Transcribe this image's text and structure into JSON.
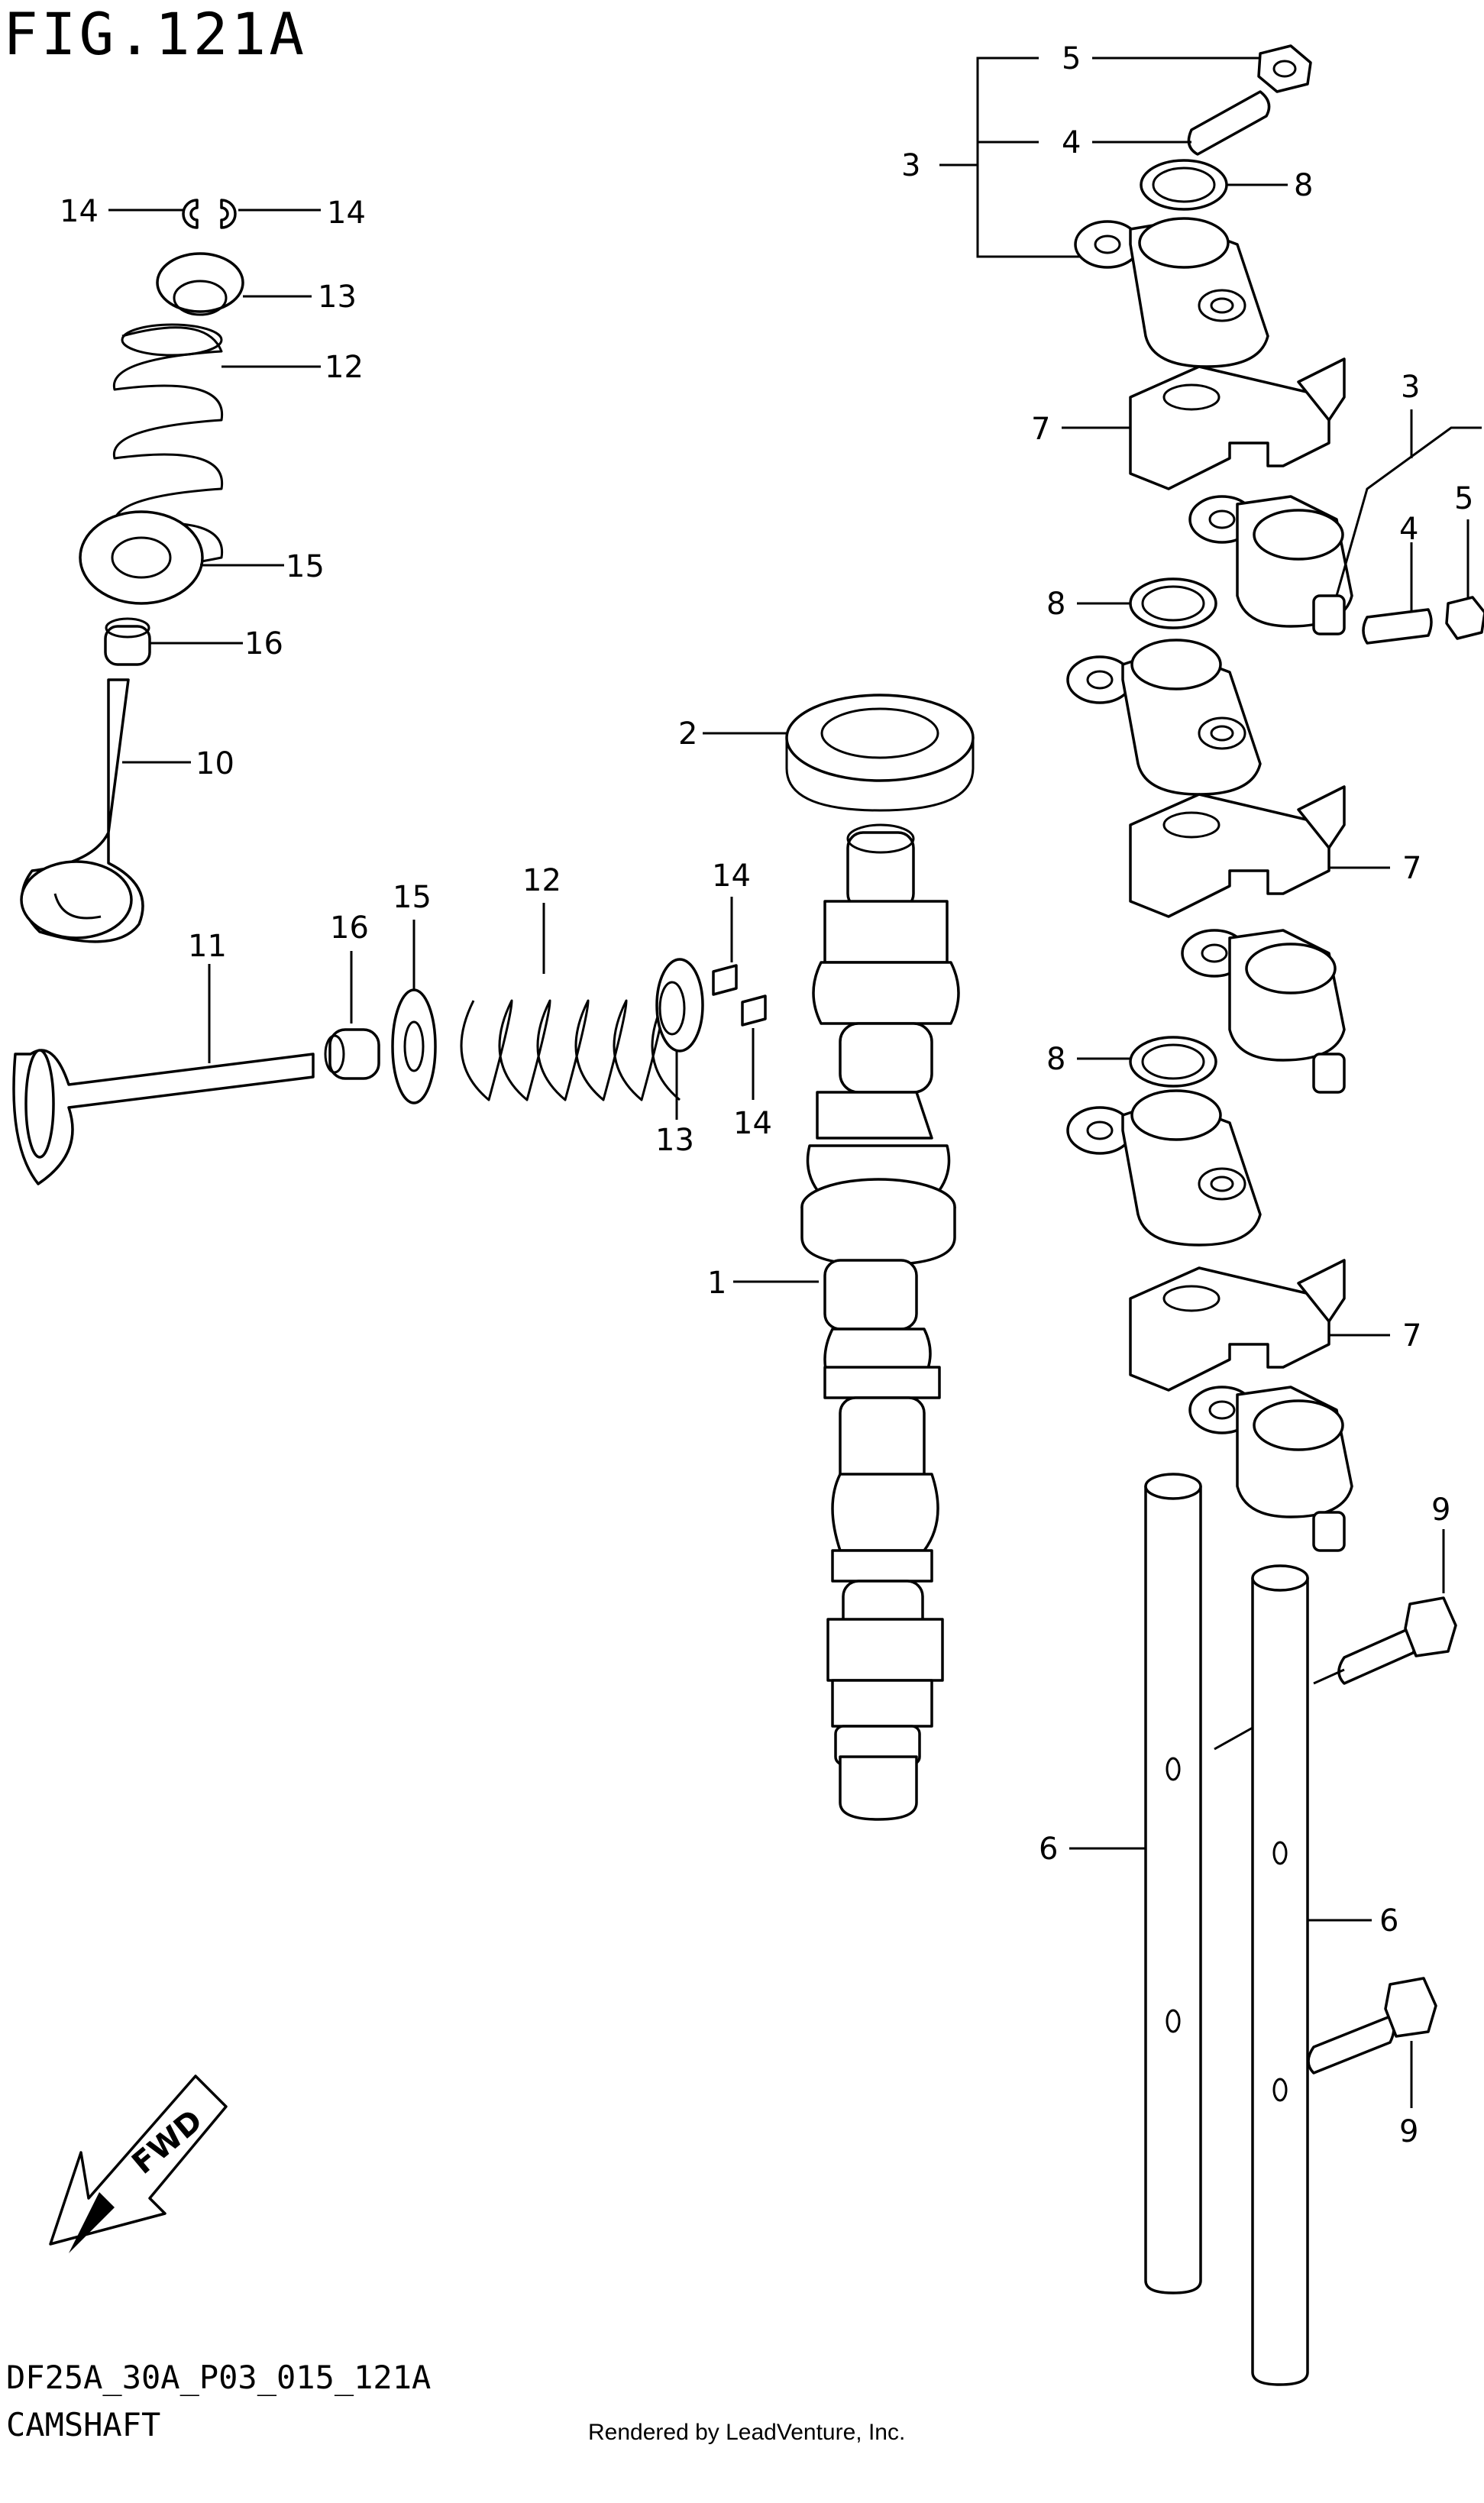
{
  "figure": {
    "title": "FIG.121A",
    "diagram_code": "DF25A_30A_P03_015_121A",
    "section_name": "CAMSHAFT",
    "credit": "Rendered by LeadVenture, Inc."
  },
  "arrow": {
    "label": "FWD"
  },
  "callouts": [
    "1",
    "2",
    "3",
    "4",
    "5",
    "6",
    "7",
    "8",
    "9",
    "10",
    "11",
    "12",
    "13",
    "14",
    "15",
    "16"
  ]
}
